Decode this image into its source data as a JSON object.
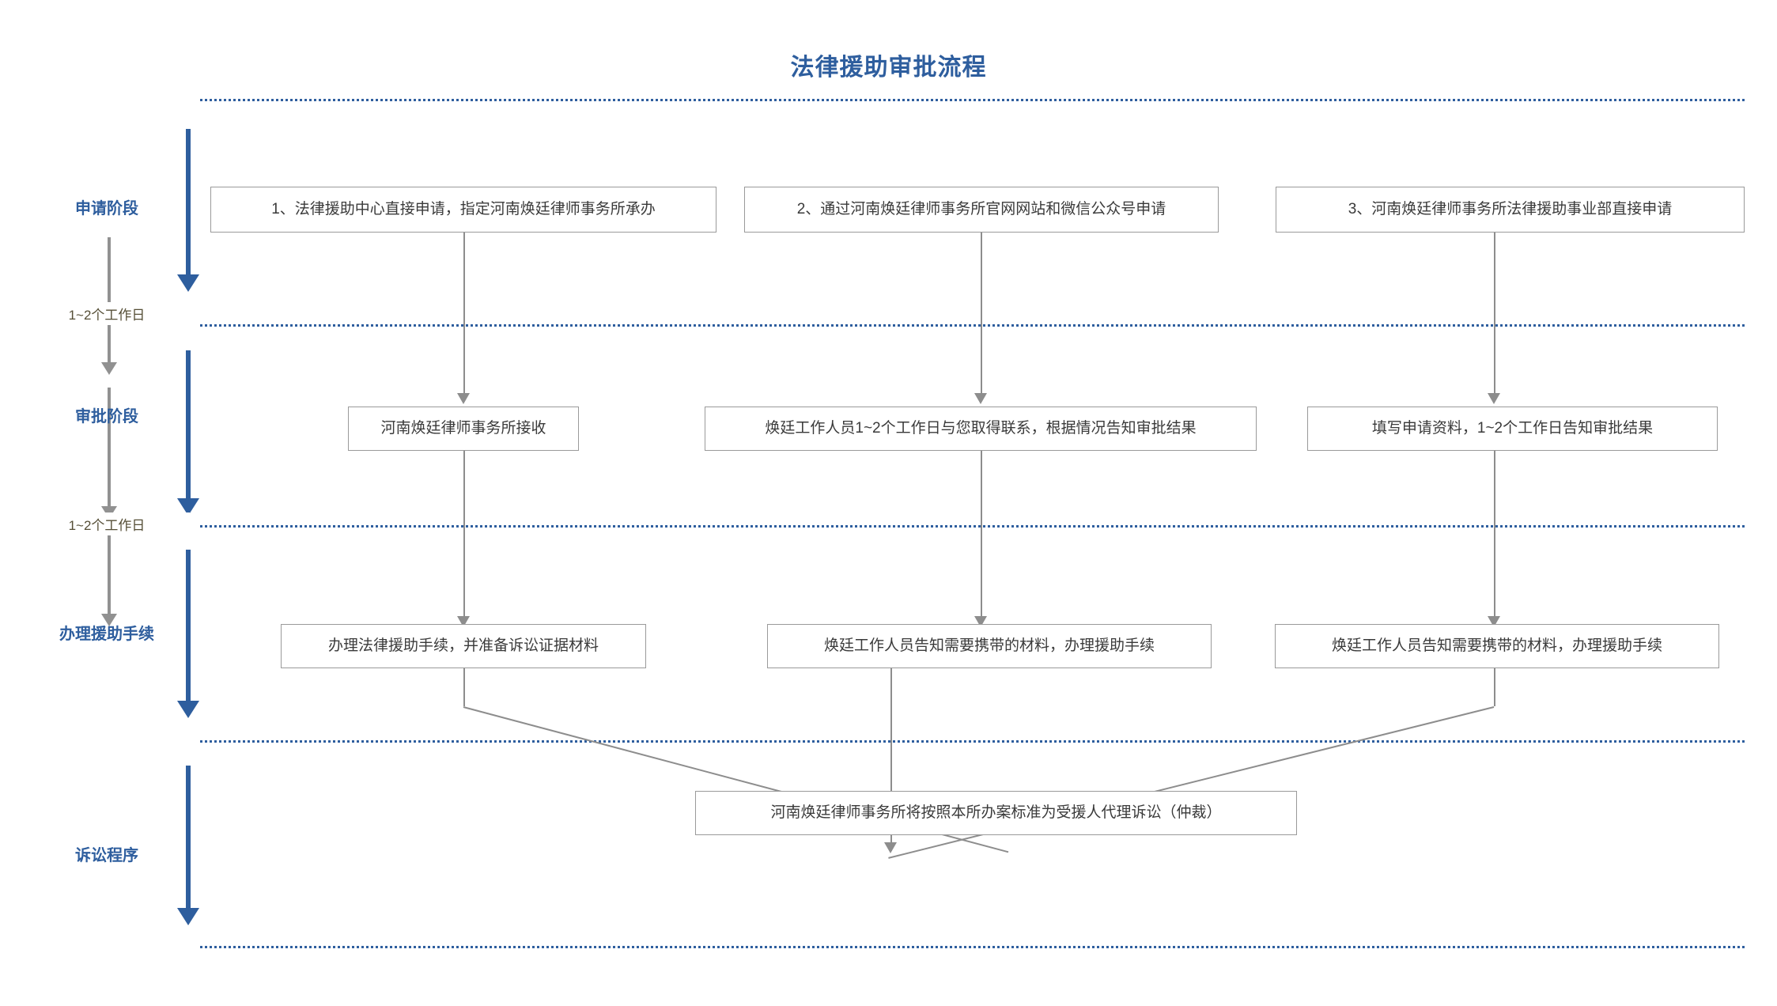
{
  "title": "法律援助审批流程",
  "accent_color": "#2e5e9e",
  "box_border_color": "#9a9a9a",
  "connector_color": "#8d8d8d",
  "duration_text_color": "#554e36",
  "stages": [
    {
      "label": "申请阶段"
    },
    {
      "label": "审批阶段"
    },
    {
      "label": "办理援助手续"
    },
    {
      "label": "诉讼程序"
    }
  ],
  "durations": [
    {
      "label": "1~2个工作日"
    },
    {
      "label": "1~2个工作日"
    }
  ],
  "rows": {
    "apply": [
      {
        "text": "1、法律援助中心直接申请，指定河南焕廷律师事务所承办"
      },
      {
        "text": "2、通过河南焕廷律师事务所官网网站和微信公众号申请"
      },
      {
        "text": "3、河南焕廷律师事务所法律援助事业部直接申请"
      }
    ],
    "review": [
      {
        "text": "河南焕廷律师事务所接收"
      },
      {
        "text": "焕廷工作人员1~2个工作日与您取得联系，根据情况告知审批结果"
      },
      {
        "text": "填写申请资料，1~2个工作日告知审批结果"
      }
    ],
    "handle": [
      {
        "text": "办理法律援助手续，并准备诉讼证据材料"
      },
      {
        "text": "焕廷工作人员告知需要携带的材料，办理援助手续"
      },
      {
        "text": "焕廷工作人员告知需要携带的材料，办理援助手续"
      }
    ],
    "litigation": [
      {
        "text": "河南焕廷律师事务所将按照本所办案标准为受援人代理诉讼（仲裁）"
      }
    ]
  }
}
